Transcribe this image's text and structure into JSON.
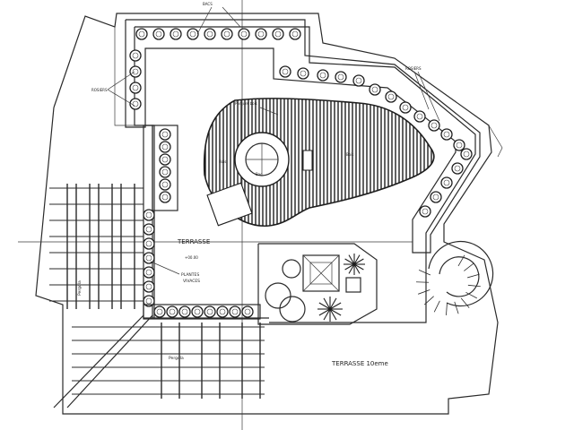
{
  "labels": {
    "terrace": "TERRASSE",
    "terrace_sub": "+00.00",
    "terrace_lower": "TERRASSE  10eme",
    "pergola_side": "Pergola",
    "pergola_bottom": "Pergola",
    "bacs": "BACS",
    "rosiers": "ROSIERS",
    "plantes_line1": "PLANTES",
    "plantes_line2": "VIVACES",
    "parquet": "Parquet bois",
    "deck_left": "Bois",
    "deck_right": "Bois",
    "fountain": "Bac"
  },
  "colors": {
    "ink": "#2a2a2a",
    "paper": "#ffffff"
  }
}
